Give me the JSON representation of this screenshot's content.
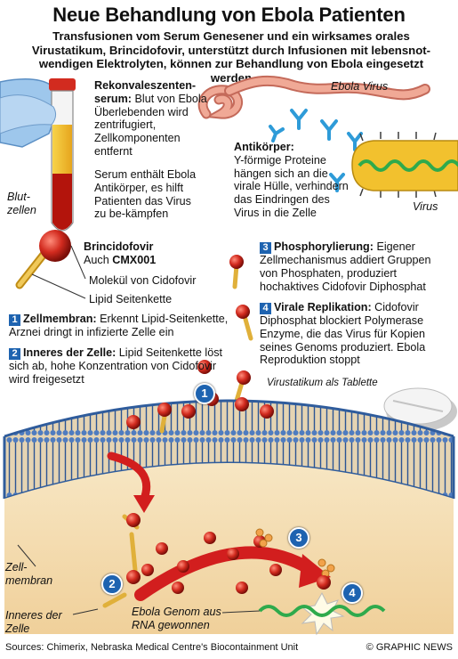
{
  "title": "Neue Behandlung von Ebola Patienten",
  "subtitle": "Transfusionen vom Serum Genesener und ein wirksames orales Virustatikum, Brincidofovir, unterstützt durch Infusionen mit lebensnot-wendigen Elektrolyten, können zur Behandlung von Ebola eingesetzt werden",
  "serum": {
    "heading": "Rekonvaleszenten-serum:",
    "text": "Blut von Ebola Überlebenden wird zentrifugiert, Zellkomponenten entfernt",
    "text2": "Serum enthält Ebola Antikörper, es hilft Patienten das Virus zu be-kämpfen"
  },
  "blood_cells_label": "Blut-zellen",
  "ebola_virus_label": "Ebola Virus",
  "virus_label": "Virus",
  "antibody": {
    "heading": "Antikörper:",
    "text": "Y-förmige Proteine hängen sich an die virale Hülle, verhindern das Eindringen des Virus in die Zelle"
  },
  "brincidofovir": {
    "heading": "Brincidofovir",
    "aka_prefix": "Auch ",
    "aka": "CMX001",
    "molecule_label": "Molekül von Cidofovir",
    "lipid_label": "Lipid Seitenkette"
  },
  "steps": [
    {
      "num": "1",
      "heading": "Zellmembran:",
      "text": "Erkennt Lipid-Seitenkette, Arznei dringt in infizierte Zelle ein"
    },
    {
      "num": "2",
      "heading": "Inneres der Zelle:",
      "text": "Lipid Seitenkette löst sich ab, hohe Konzentration von Cidofovir wird freigesetzt"
    },
    {
      "num": "3",
      "heading": "Phosphorylierung:",
      "text": "Eigener Zellmechanismus addiert Gruppen von Phosphaten, produziert hochaktives Cidofovir Diphosphat"
    },
    {
      "num": "4",
      "heading": "Virale Replikation:",
      "text": "Cidofovir Diphosphat blockiert Polymerase Enzyme, die das Virus für Kopien seines Genoms produziert. Ebola Reproduktion stoppt"
    }
  ],
  "tablet_label": "Virustatikum als Tablette",
  "cell_membrane_label": "Zell-membran",
  "cell_interior_label": "Inneres der Zelle",
  "genome_label": "Ebola Genom aus RNA gewonnen",
  "sources": "Sources: Chimerix, Nebraska Medical Centre's Biocontainment Unit",
  "credit": "© GRAPHIC NEWS",
  "colors": {
    "accent": "#1e63b0",
    "drug": "#d22b1f",
    "lipid": "#e8b83a",
    "virus": "#e8a090",
    "membrane": "#5a86c4",
    "interior": "#f3dcae"
  }
}
